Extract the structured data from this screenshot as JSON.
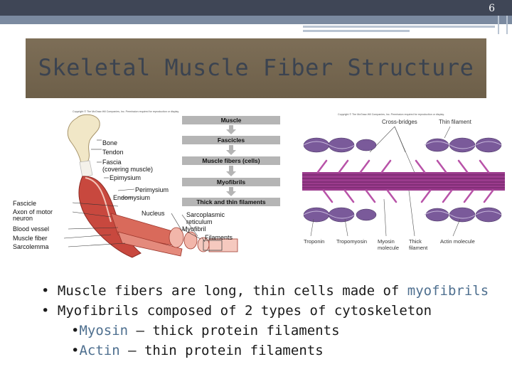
{
  "slide_number": "6",
  "title": "Skeletal Muscle Fiber Structure",
  "left_figure": {
    "copyright": "Copyright © The McGraw-Hill Companies, Inc. Permission required for reproduction or display.",
    "hierarchy": [
      "Muscle",
      "Fascicles",
      "Muscle fibers (cells)",
      "Myofibrils",
      "Thick and thin filaments"
    ],
    "labels": {
      "bone": "Bone",
      "tendon": "Tendon",
      "fascia_1": "Fascia",
      "fascia_2": "(covering muscle)",
      "epimysium": "Epimysium",
      "perimysium": "Perimysium",
      "endomysium": "Endomysium",
      "fascicle": "Fascicle",
      "axon_1": "Axon of motor",
      "axon_2": "neuron",
      "nucleus": "Nucleus",
      "sr_1": "Sarcoplasmic",
      "sr_2": "reticulum",
      "blood_vessel": "Blood vessel",
      "myofibril": "Myofibril",
      "muscle_fiber": "Muscle fiber",
      "filaments": "Filaments",
      "sarcolemma": "Sarcolemma"
    }
  },
  "right_figure": {
    "copyright": "Copyright © The McGraw-Hill Companies, Inc. Permission required for reproduction or display.",
    "labels": {
      "cross_bridges": "Cross-bridges",
      "thin_filament": "Thin filament",
      "troponin": "Troponin",
      "tropomyosin": "Tropomyosin",
      "myosin_1": "Myosin",
      "myosin_2": "molecule",
      "thick_1": "Thick",
      "thick_2": "filament",
      "actin": "Actin molecule"
    }
  },
  "bullets": {
    "b1_text": "Muscle fibers are long, thin cells made of ",
    "b1_highlight": "myofibrils",
    "b2_text": "Myofibrils composed of 2 types of cytoskeleton",
    "b3_highlight": "Myosin",
    "b3_text": " – thick protein filaments",
    "b4_highlight": "Actin",
    "b4_text": " – thin protein filaments",
    "marker": "•"
  },
  "colors": {
    "topbar": "#3f4656",
    "title_band": "#7d6e57",
    "title_text": "#3b4350",
    "highlight": "#4e6f8f",
    "hierarchy_box": "#b5b5b5",
    "muscle_red": "#c8483e",
    "actin_purple": "#7a5a9a",
    "myosin_magenta": "#9b3b8d"
  }
}
